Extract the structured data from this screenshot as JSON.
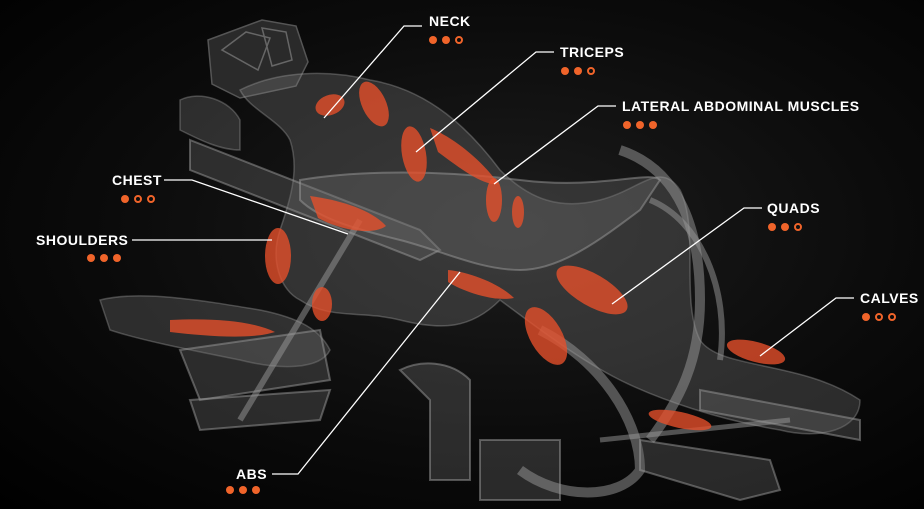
{
  "accent": "#f0642a",
  "muscles": [
    {
      "key": "neck",
      "label": "NECK",
      "rating": 2
    },
    {
      "key": "triceps",
      "label": "TRICEPS",
      "rating": 2
    },
    {
      "key": "lateral",
      "label": "LATERAL ABDOMINAL MUSCLES",
      "rating": 3
    },
    {
      "key": "chest",
      "label": "CHEST",
      "rating": 1
    },
    {
      "key": "shoulders",
      "label": "SHOULDERS",
      "rating": 3
    },
    {
      "key": "quads",
      "label": "QUADS",
      "rating": 2
    },
    {
      "key": "calves",
      "label": "CALVES",
      "rating": 1
    },
    {
      "key": "abs",
      "label": "ABS",
      "rating": 3
    }
  ]
}
